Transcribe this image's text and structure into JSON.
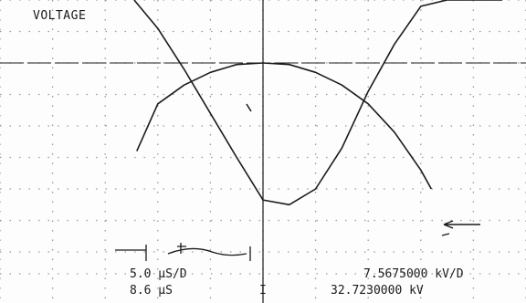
{
  "screen": {
    "title": "VOLTAGE",
    "timebase": "5.0 µS/D",
    "volts_per_div": "7.5675000 kV/D",
    "time_readout": "8.6 µS",
    "volt_readout": "32.7230000 kV",
    "cursor_marker": "I"
  },
  "colors": {
    "trace": "#1a1a1a",
    "grid": "#9a9a9a",
    "background": "#fdfdfd"
  },
  "chart_data": {
    "type": "line",
    "title": "VOLTAGE",
    "xlabel": "",
    "ylabel": "",
    "grid": true,
    "xlim": [
      -5,
      5
    ],
    "ylim": [
      -4,
      4
    ],
    "x_divisions": 10,
    "y_divisions": 8,
    "reference_level": 2,
    "cursor_time": 0,
    "series": [
      {
        "x": [
          -2.45,
          -2.0,
          -1.5,
          -1.0,
          -0.5,
          0.0,
          0.5,
          1.0,
          1.5,
          2.0,
          2.5,
          3.0,
          3.5,
          4.0,
          4.55
        ],
        "y": [
          4.0,
          3.1,
          1.8,
          0.4,
          -1.0,
          -2.35,
          -2.5,
          -2.0,
          -0.7,
          1.1,
          2.6,
          3.8,
          4.0,
          4.0,
          4.0
        ]
      },
      {
        "x": [
          -2.4,
          -2.0,
          -1.5,
          -1.0,
          -0.5,
          0.0,
          0.5,
          1.0,
          1.5,
          2.0,
          2.5,
          3.0,
          3.2
        ],
        "y": [
          -0.8,
          0.7,
          1.3,
          1.7,
          1.95,
          2.0,
          1.95,
          1.7,
          1.3,
          0.7,
          -0.2,
          -1.4,
          -2.0
        ]
      }
    ]
  }
}
